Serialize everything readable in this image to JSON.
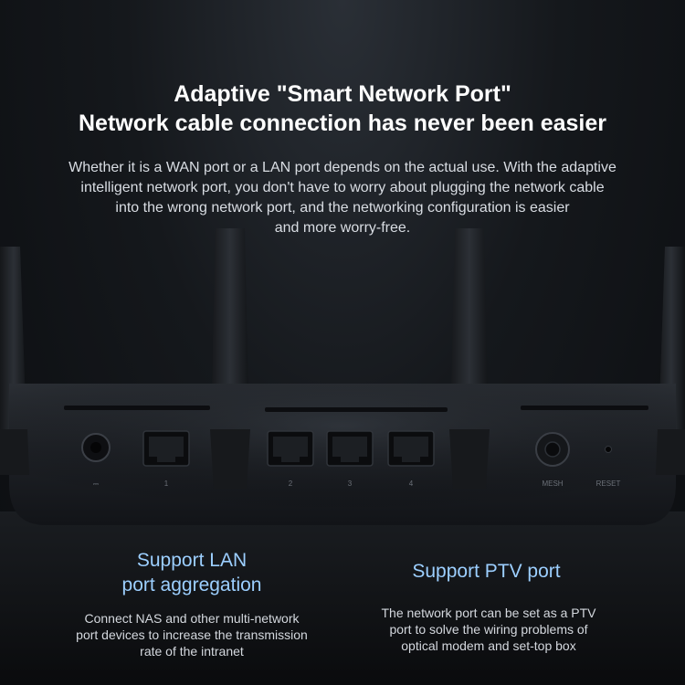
{
  "headline": {
    "line1": "Adaptive \"Smart Network Port\"",
    "line2": "Network cable connection has never been easier"
  },
  "intro": {
    "line1": "Whether it is a WAN port or a LAN port depends on the actual use. With the adaptive",
    "line2": "intelligent network port, you don't have to worry about plugging the network cable",
    "line3": "into the wrong network port, and the networking configuration is easier",
    "line4": "and more worry-free."
  },
  "router": {
    "port_labels": {
      "power": "⎓",
      "port1": "1",
      "port2": "2",
      "port3": "3",
      "port4": "4",
      "mesh": "MESH",
      "reset": "RESET"
    }
  },
  "features": {
    "lan": {
      "title_line1": "Support LAN",
      "title_line2": "port aggregation",
      "desc_line1": "Connect NAS and other multi-network",
      "desc_line2": "port devices to increase the transmission",
      "desc_line3": "rate of the intranet"
    },
    "ptv": {
      "title_line1": "Support PTV port",
      "desc_line1": "The network port can be set as a PTV",
      "desc_line2": "port to solve the wiring problems of",
      "desc_line3": "optical modem and set-top box"
    }
  },
  "colors": {
    "accent": "#9ccfff",
    "background": "#0d0f12",
    "text": "#ffffff"
  }
}
